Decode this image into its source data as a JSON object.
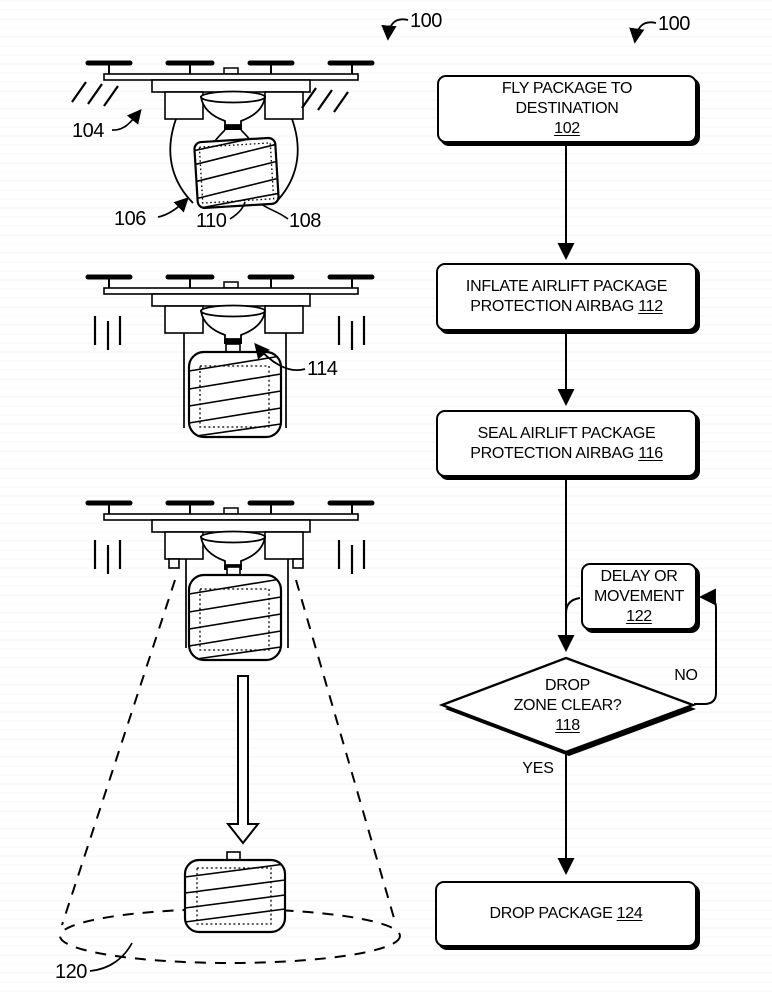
{
  "figure": {
    "ref100_left": "100",
    "ref100_right": "100",
    "ref104": "104",
    "ref106": "106",
    "ref108": "108",
    "ref110": "110",
    "ref114": "114",
    "ref120": "120"
  },
  "flowchart": {
    "fly": {
      "label": "FLY PACKAGE TO DESTINATION",
      "ref": "102"
    },
    "inflate": {
      "label": "INFLATE AIRLIFT PACKAGE PROTECTION AIRBAG",
      "ref": "112"
    },
    "seal": {
      "label": "SEAL AIRLIFT PACKAGE PROTECTION AIRBAG",
      "ref": "116"
    },
    "delay": {
      "label": "DELAY OR MOVEMENT",
      "ref": "122"
    },
    "decision": {
      "line1": "DROP",
      "line2": "ZONE CLEAR?",
      "ref": "118"
    },
    "drop": {
      "label": "DROP PACKAGE",
      "ref": "124"
    },
    "yes": "YES",
    "no": "NO"
  }
}
